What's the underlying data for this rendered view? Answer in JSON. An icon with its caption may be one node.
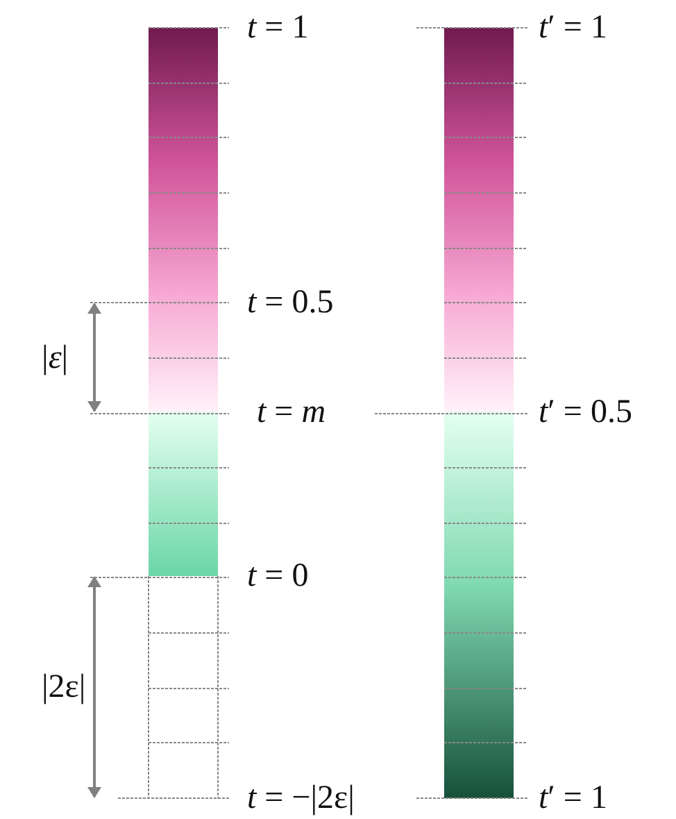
{
  "diagram": {
    "labels": [
      "*t* = 1",
      "*t*′ = 1",
      "*t* = 0.5",
      "|*ε*|",
      "*t* = *m*",
      "*t*′ = 0.5",
      "*t* = 0",
      "|2ε|",
      "*t* = −|2ε|",
      "*t*′ = 1"
    ]
  }
}
